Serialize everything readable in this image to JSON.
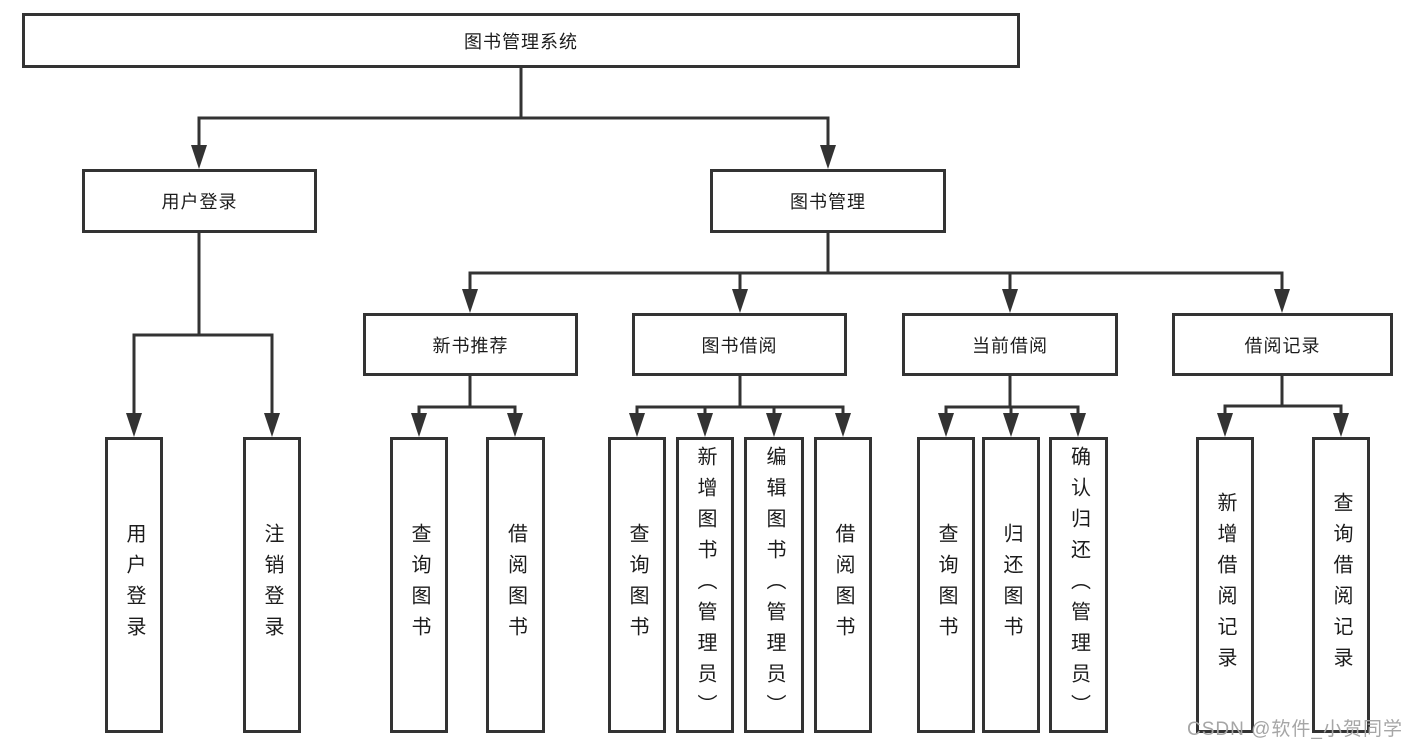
{
  "diagram": {
    "root": {
      "label": "图书管理系统"
    },
    "level2": [
      {
        "id": "user-login",
        "label": "用户登录"
      },
      {
        "id": "book-management",
        "label": "图书管理"
      }
    ],
    "level3": [
      {
        "id": "new-book-recommend",
        "label": "新书推荐",
        "parent": "book-management"
      },
      {
        "id": "book-borrow",
        "label": "图书借阅",
        "parent": "book-management"
      },
      {
        "id": "current-borrow",
        "label": "当前借阅",
        "parent": "book-management"
      },
      {
        "id": "borrow-records",
        "label": "借阅记录",
        "parent": "book-management"
      }
    ],
    "level4": [
      {
        "label": "用户登录",
        "parent": "user-login"
      },
      {
        "label": "注销登录",
        "parent": "user-login"
      },
      {
        "label": "查询图书",
        "parent": "new-book-recommend"
      },
      {
        "label": "借阅图书",
        "parent": "new-book-recommend"
      },
      {
        "label": "查询图书",
        "parent": "book-borrow"
      },
      {
        "label": "新增图书（管理员）",
        "parent": "book-borrow"
      },
      {
        "label": "编辑图书（管理员）",
        "parent": "book-borrow"
      },
      {
        "label": "借阅图书",
        "parent": "book-borrow"
      },
      {
        "label": "查询图书",
        "parent": "current-borrow"
      },
      {
        "label": "归还图书",
        "parent": "current-borrow"
      },
      {
        "label": "确认归还（管理员）",
        "parent": "current-borrow"
      },
      {
        "label": "新增借阅记录",
        "parent": "borrow-records"
      },
      {
        "label": "查询借阅记录",
        "parent": "borrow-records"
      }
    ],
    "watermark": "CSDN @软件_小贺同学",
    "colors": {
      "line": "#333333",
      "text": "#1c1c1c",
      "watermark": "#a6a6a6",
      "background": "#ffffff"
    }
  }
}
